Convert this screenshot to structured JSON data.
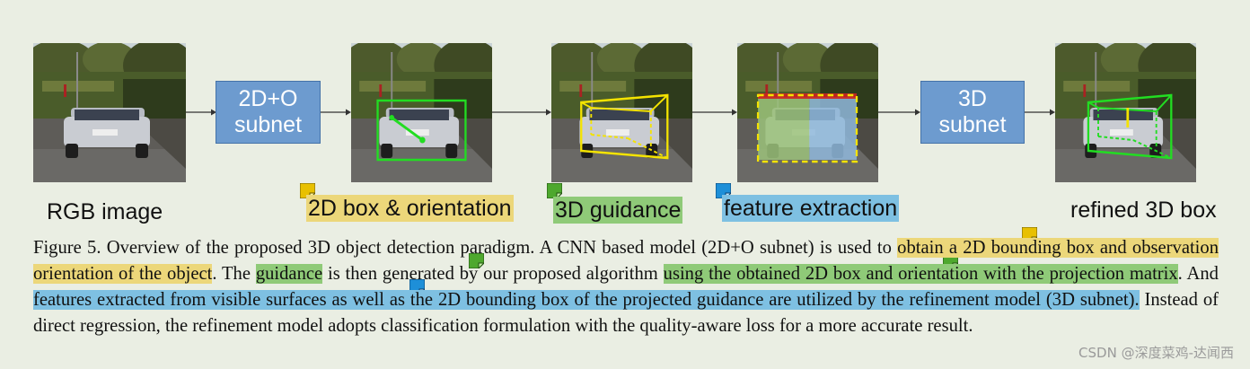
{
  "figure": {
    "subnets": {
      "first": {
        "line1": "2D+O",
        "line2": "subnet"
      },
      "second": {
        "line1": "3D",
        "line2": "subnet"
      }
    },
    "stage_labels": {
      "rgb": "RGB image",
      "box_orientation": "2D box & orientation",
      "guidance": "3D guidance",
      "feature": "feature extraction",
      "refined": "refined 3D box"
    },
    "colors": {
      "yellow_highlight": "#ecd77a",
      "green_highlight": "#8fca78",
      "blue_highlight": "#7ec0e2",
      "subnet_fill": "#6d9bcf"
    }
  },
  "caption": {
    "prefix": "Figure 5. Overview of the proposed 3D object detection paradigm.  A CNN based model (2D+O subnet) is used to ",
    "yellow": "obtain a 2D bounding box and observation orientation of the object",
    "mid1": ".  The ",
    "green_short": "guidance",
    "mid2": " is then generated by our proposed algorithm ",
    "green_long": "using the obtained 2D box and orientation with the projection matrix",
    "mid3": ".  And ",
    "blue": "features extracted from visible surfaces as well as the 2D bounding box of the projected guidance are utilized by the refinement model (3D subnet).",
    "suffix": " Instead of direct regression, the refinement model adopts classification formulation with the quality-aware loss for a more accurate result."
  },
  "watermark": "CSDN @深度菜鸡-达闻西"
}
